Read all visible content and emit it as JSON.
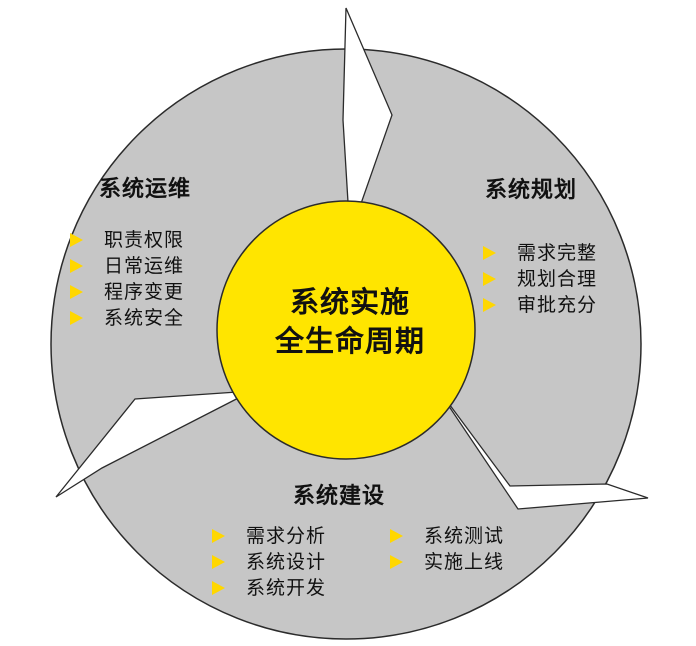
{
  "center": {
    "line1": "系统实施",
    "line2": "全生命周期"
  },
  "phases": {
    "ops": {
      "title": "系统运维",
      "items": [
        "职责权限",
        "日常运维",
        "程序变更",
        "系统安全"
      ]
    },
    "plan": {
      "title": "系统规划",
      "items": [
        "需求完整",
        "规划合理",
        "审批充分"
      ]
    },
    "build": {
      "title": "系统建设",
      "items_left": [
        "需求分析",
        "系统设计",
        "系统开发"
      ],
      "items_right": [
        "系统测试",
        "实施上线"
      ]
    }
  },
  "colors": {
    "outer_circle": "#c6c6c6",
    "center_circle": "#ffe500",
    "bullet": "#ffd700",
    "outline": "#2b2b2b"
  }
}
